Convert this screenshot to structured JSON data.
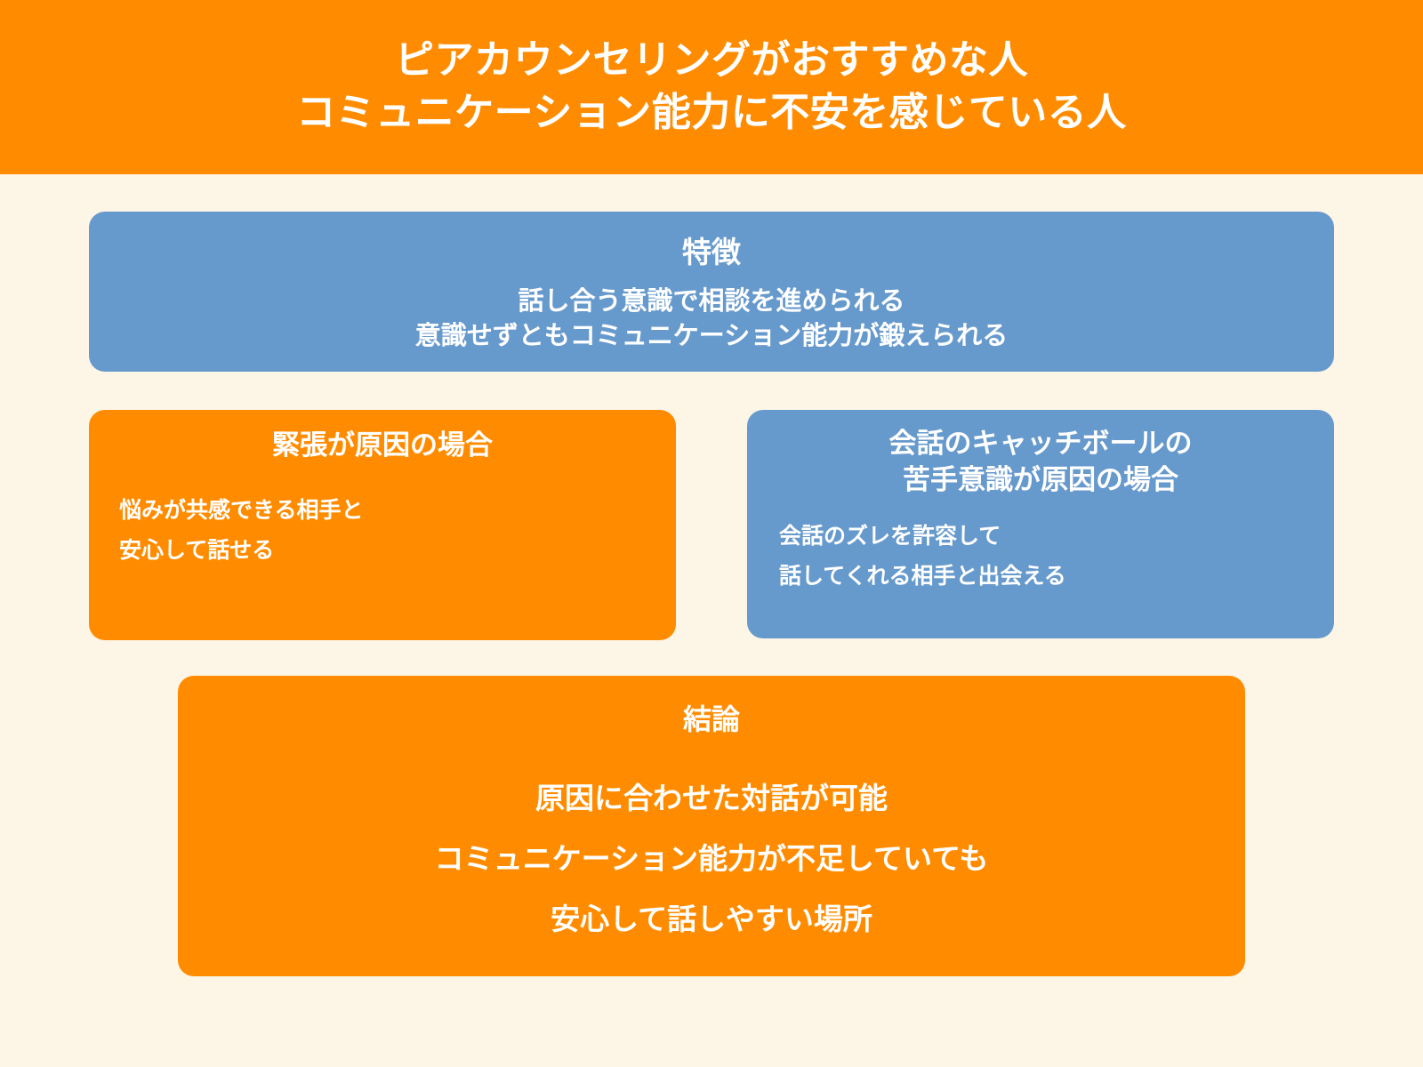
{
  "colors": {
    "background": "#fdf5e6",
    "orange": "#ff8c00",
    "blue": "#6699cc",
    "text_on_color": "#ffffff"
  },
  "header": {
    "title_line1": "ピアカウンセリングがおすすめな人",
    "title_line2": "コミュニケーション能力に不安を感じている人"
  },
  "cards": {
    "features": {
      "title": "特徴",
      "body": [
        "話し合う意識で相談を進められる",
        "意識せずともコミュニケーション能力が鍛えられる"
      ]
    },
    "tension": {
      "title": "緊張が原因の場合",
      "body": [
        "悩みが共感できる相手と",
        "安心して話せる"
      ]
    },
    "conversation": {
      "title_line1": "会話のキャッチボールの",
      "title_line2": "苦手意識が原因の場合",
      "body": [
        "会話のズレを許容して",
        "話してくれる相手と出会える"
      ]
    },
    "conclusion": {
      "title": "結論",
      "body": [
        "原因に合わせた対話が可能",
        "コミュニケーション能力が不足していても",
        "安心して話しやすい場所"
      ]
    }
  }
}
